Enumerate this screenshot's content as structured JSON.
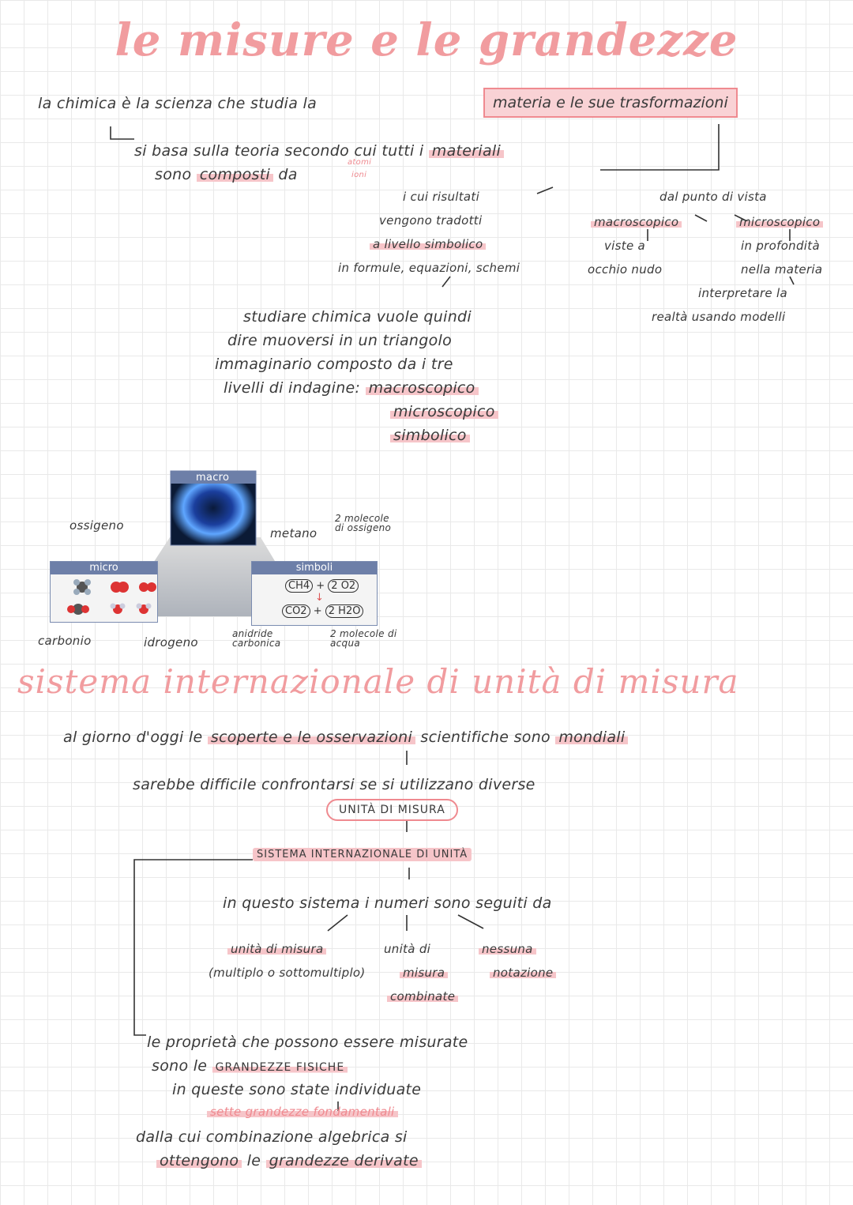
{
  "title": "le misure e le grandezze",
  "intro": {
    "line1_a": "la chimica",
    "line1_b": "è la scienza che studia la",
    "line1_box": "materia e le sue trasformazioni",
    "line2": "si basa sulla teoria secondo cui tutti i",
    "line2_hl": "materiali",
    "line3_a": "sono",
    "line3_hl": "composti",
    "line3_b": "da",
    "line3_small1": "atomi",
    "line3_small2": "ioni"
  },
  "symbolic": {
    "l1": "i cui risultati",
    "l2": "vengono tradotti",
    "l3": "a livello simbolico",
    "l4": "in formule, equazioni, schemi"
  },
  "viewpoint": {
    "head": "dal punto di vista",
    "macro": "macroscopico",
    "micro": "microscopico",
    "macro_d1": "viste a",
    "macro_d2": "occhio nudo",
    "micro_d1": "in profondità",
    "micro_d2": "nella materia",
    "micro_d3": "interpretare la",
    "micro_d4": "realtà usando modelli"
  },
  "triangle": {
    "l1": "studiare chimica vuole quindi",
    "l2": "dire muoversi in un triangolo",
    "l3": "immaginario composto da i tre",
    "l4": "livelli di indagine:",
    "lv1": "macroscopico",
    "lv2": "microscopico",
    "lv3": "simbolico"
  },
  "diagram": {
    "macro": "macro",
    "micro": "micro",
    "simboli": "simboli",
    "ossigeno": "ossigeno",
    "metano": "metano",
    "molecole_ossigeno": "2 molecole di ossigeno",
    "carbonio": "carbonio",
    "idrogeno": "idrogeno",
    "anidride": "anidride carbonica",
    "molecole_acqua": "2 molecole di acqua",
    "eq_top_a": "CH4",
    "eq_top_b": "2 O2",
    "eq_bot_a": "CO2",
    "eq_bot_b": "2 H2O"
  },
  "heading2": "sistema internazionale di unità di misura",
  "si": {
    "l1_a": "al giorno d'oggi le",
    "l1_hl": "scoperte e le osservazioni",
    "l1_b": "scientifiche sono",
    "l1_hl2": "mondiali",
    "l2": "sarebbe difficile confrontarsi se si utilizzano diverse",
    "oval": "UNITÀ DI MISURA",
    "system": "SISTEMA INTERNAZIONALE DI UNITÀ",
    "l3": "in questo sistema i numeri sono seguiti da",
    "b1_a": "unità di misura",
    "b1_b": "(multiplo o sottomultiplo)",
    "b2_a": "unità di",
    "b2_b": "misura",
    "b2_c": "combinate",
    "b3_a": "nessuna",
    "b3_b": "notazione"
  },
  "props": {
    "l1": "le proprietà che possono essere misurate",
    "l2_a": "sono le",
    "l2_hl": "GRANDEZZE FISICHE",
    "l3": "in queste sono state individuate",
    "l4": "sette grandezze fondamentali",
    "l5": "dalla cui combinazione algebrica si",
    "l6_a": "ottengono",
    "l6_b": "le",
    "l6_hl": "grandezze derivate"
  }
}
